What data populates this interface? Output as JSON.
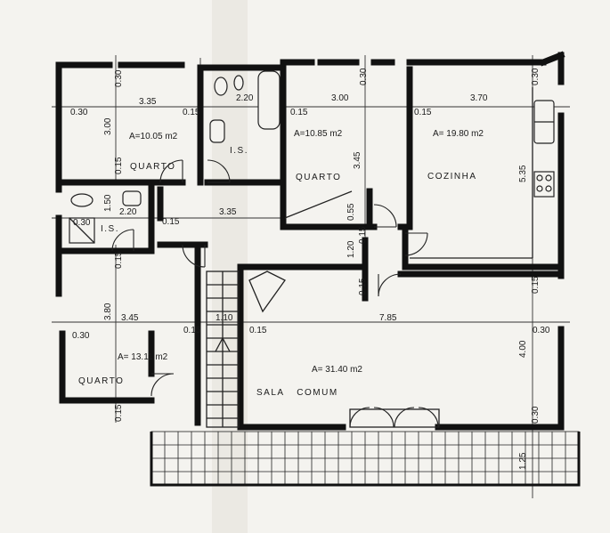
{
  "rooms": [
    {
      "name": "QUARTO",
      "area": "A=10.05 m2"
    },
    {
      "name": "I.S.",
      "area": ""
    },
    {
      "name": "QUARTO",
      "area": "A=10.85 m2"
    },
    {
      "name": "COZINHA",
      "area": "A= 19.80 m2"
    },
    {
      "name": "I.S.",
      "area": ""
    },
    {
      "name": "QUARTO",
      "area": "A= 13.11 m2"
    },
    {
      "name": "SALA COMUM",
      "area": "A= 31.40 m2"
    }
  ],
  "dims": {
    "d335a": "3.35",
    "d030a": "0.30",
    "d015a": "0.15",
    "d300a": "3.00",
    "d015b": "0.15",
    "d220a": "2.20",
    "d030b": "0.30",
    "d300b": "3.00",
    "d015c": "0.15",
    "d345a": "3.45",
    "d015d": "0.15",
    "d370": "3.70",
    "d535": "5.35",
    "d030c": "0.30",
    "d150": "1.50",
    "d220b": "2.20",
    "d030d": "0.30",
    "d015e": "0.15",
    "d335b": "3.35",
    "d055": "0.55",
    "d015f": "0.15",
    "d120": "1.20",
    "d015g": "0.15",
    "d015h": "0.15",
    "d380": "3.80",
    "d345b": "3.45",
    "d030e": "0.30",
    "d015i": "0.15",
    "d110": "1.10",
    "d015j": "0.15",
    "d785": "7.85",
    "d030f": "0.30",
    "d400": "4.00",
    "d015k": "0.15",
    "d030g": "0.30",
    "d030h": "0.30",
    "d125": "1.25",
    "d015l": "0.15"
  },
  "colors": {
    "ink": "#111111",
    "paper": "#f4f3ef"
  }
}
